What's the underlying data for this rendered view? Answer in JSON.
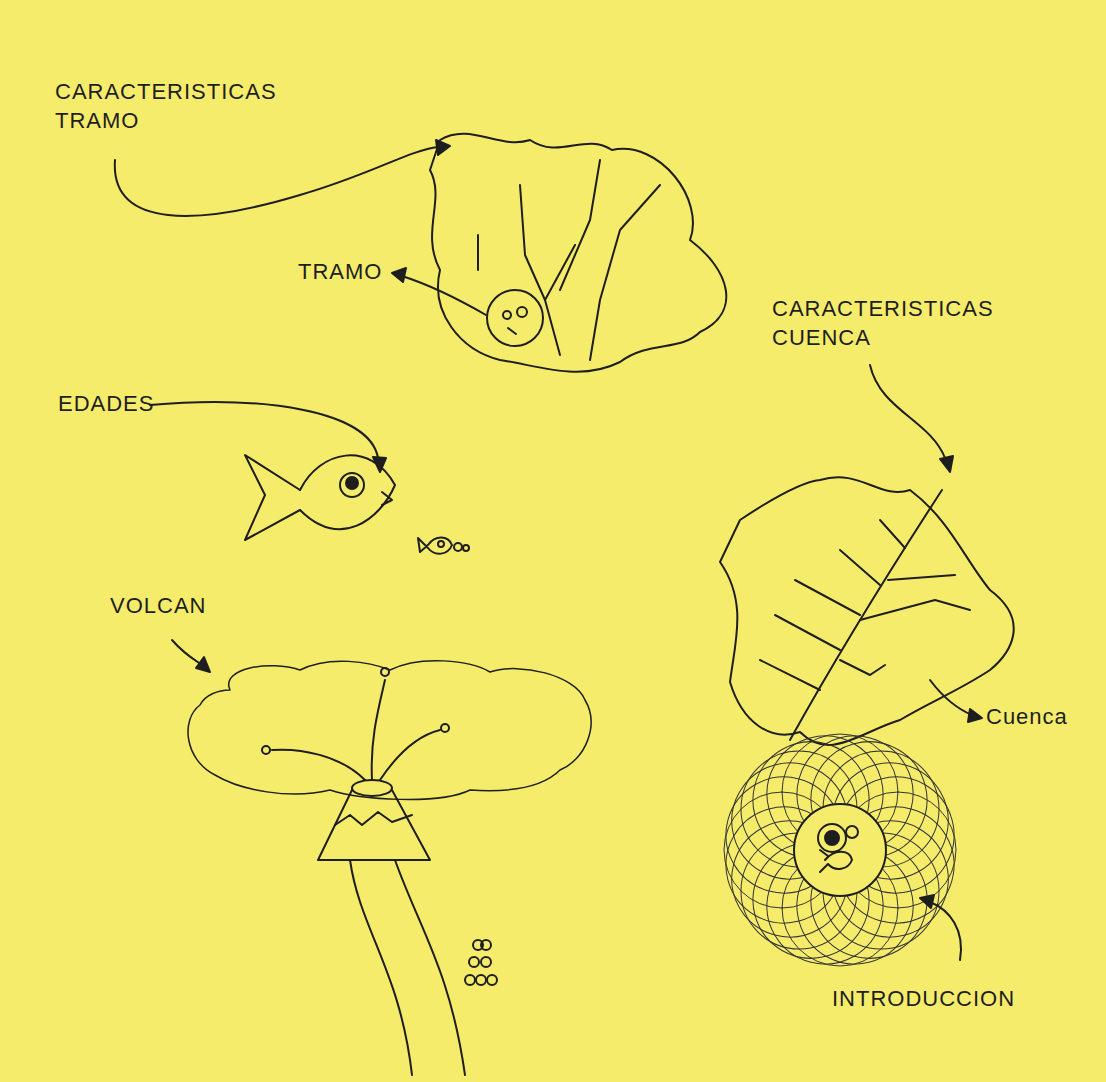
{
  "diagram": {
    "labels": [
      "CARACTERISTICAS TRAMO",
      "TRAMO",
      "EDADES",
      "VOLCAN",
      "CARACTERISTICAS CUENCA",
      "Cuenca",
      "INTRODUCCION"
    ]
  }
}
